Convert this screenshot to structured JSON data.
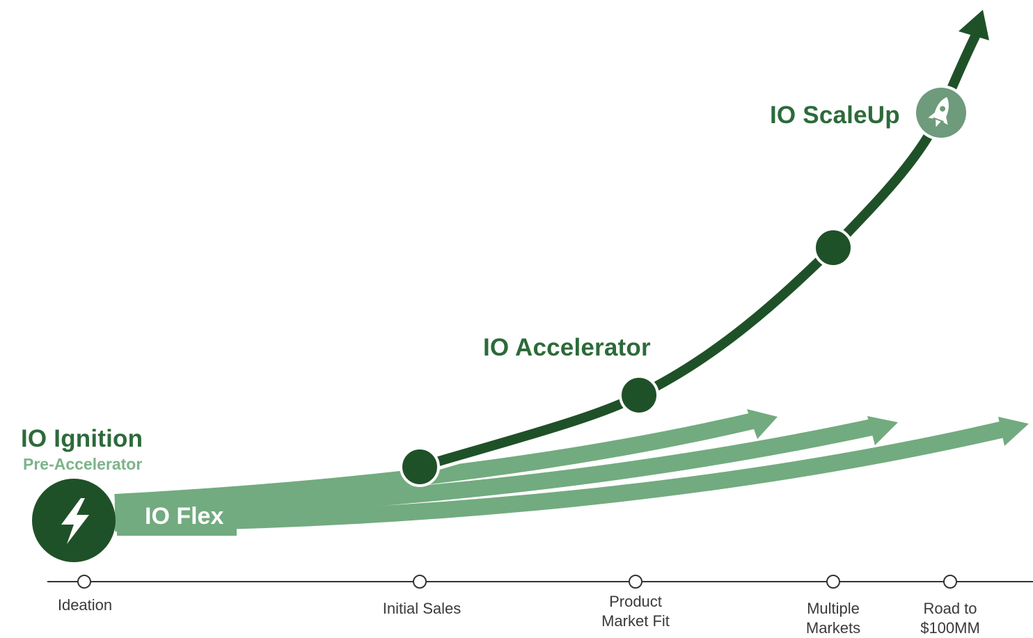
{
  "colors": {
    "dark_green": "#1f5128",
    "light_green": "#72ab7f",
    "title_green": "#2d6a3a",
    "subtitle_green": "#7cb48a",
    "scaleup_circle": "#6e9b7b",
    "axis": "#333333"
  },
  "programs": {
    "ignition": {
      "title": "IO Ignition",
      "subtitle": "Pre-Accelerator",
      "icon": "lightning-bolt-icon"
    },
    "flex": {
      "title": "IO Flex"
    },
    "accelerator": {
      "title": "IO Accelerator"
    },
    "scaleup": {
      "title": "IO ScaleUp",
      "icon": "rocket-icon"
    }
  },
  "stages": [
    {
      "lines": [
        "Ideation"
      ]
    },
    {
      "lines": [
        "Initial Sales"
      ]
    },
    {
      "lines": [
        "Product",
        "Market Fit"
      ]
    },
    {
      "lines": [
        "Multiple",
        "Markets"
      ]
    },
    {
      "lines": [
        "Road to",
        "$100MM"
      ]
    }
  ]
}
